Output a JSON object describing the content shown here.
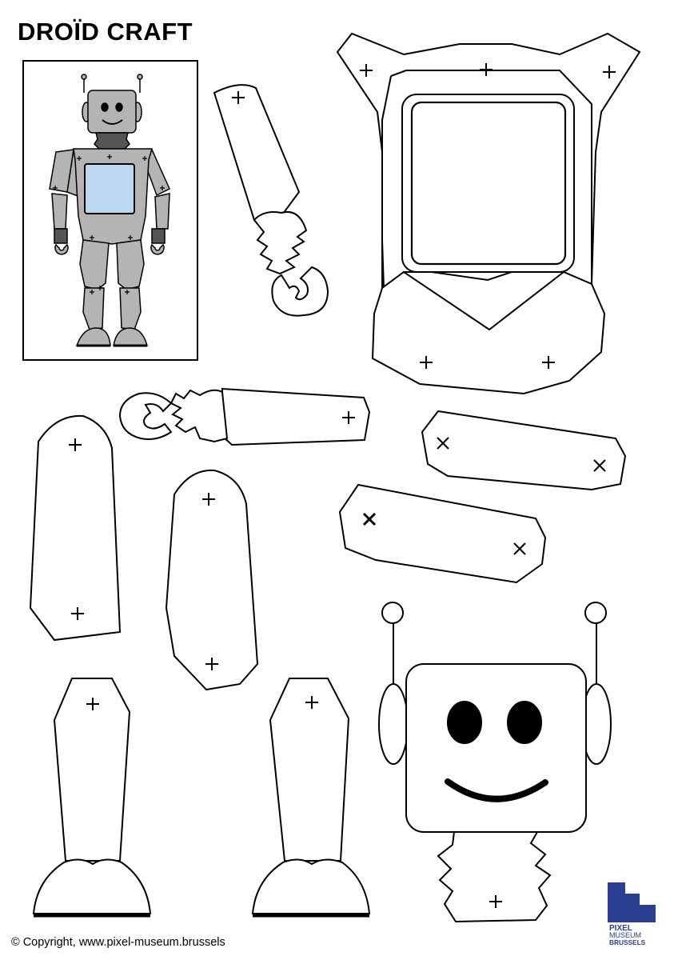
{
  "title": "DROÏD CRAFT",
  "copyright": "© Copyright, www.pixel-museum.brussels",
  "logo": {
    "line1": "PIXEL",
    "line2": "MUSEUM",
    "line3": "BRUSSELS",
    "color": "#2a3f8f"
  },
  "preview": {
    "body_color": "#b4b4b4",
    "dark_color": "#555555",
    "screen_color": "#bcd7f2",
    "outline_color": "#000000"
  },
  "pieces": [
    "torso",
    "arm-with-claw-upper-left",
    "arm-with-claw-middle",
    "forearm-upper",
    "forearm-lower",
    "thigh-left",
    "thigh-middle",
    "leg-left",
    "leg-middle",
    "head"
  ]
}
